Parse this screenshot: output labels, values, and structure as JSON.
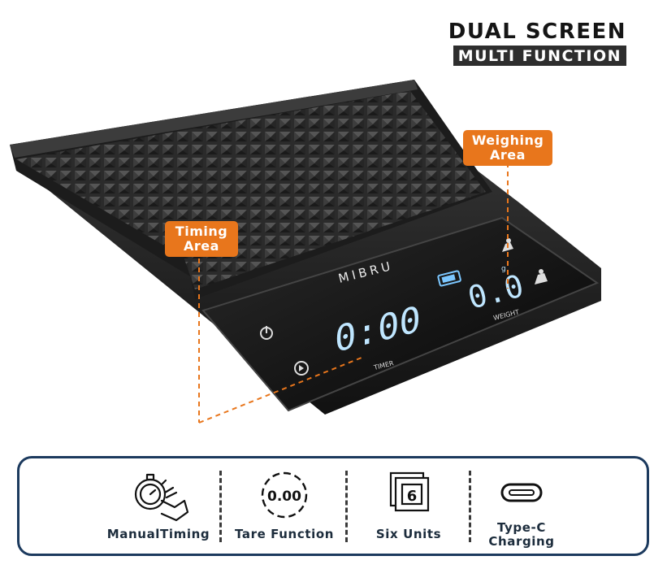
{
  "headline": {
    "main": "DUAL SCREEN",
    "sub": "MULTI FUNCTION"
  },
  "callouts": {
    "weighing": [
      "Weighing",
      "Area"
    ],
    "timing": [
      "Timing",
      "Area"
    ],
    "color": "#e8761c"
  },
  "display": {
    "brand": "MIBRU",
    "timer_value": "0:00",
    "timer_label": "TIMER",
    "weight_value": "0.0",
    "weight_unit": "g",
    "weight_label": "WEIGHT",
    "icons": [
      "power-icon",
      "play-pause-icon",
      "battery-icon",
      "tare-icon",
      "unit-weight-icon"
    ]
  },
  "features": [
    {
      "label": "ManualTiming",
      "icon": "stopwatch-hand-icon"
    },
    {
      "label": "Tare Function",
      "icon": "tare-dial-icon",
      "icon_text": "0.00"
    },
    {
      "label": "Six Units",
      "icon": "stacked-units-icon",
      "icon_text": "6"
    },
    {
      "label_lines": [
        "Type-C",
        "Charging"
      ],
      "icon": "usb-c-icon"
    }
  ],
  "colors": {
    "accent": "#e8761c",
    "frame": "#1c3a5e",
    "screen_digits": "#bfe6ff"
  }
}
